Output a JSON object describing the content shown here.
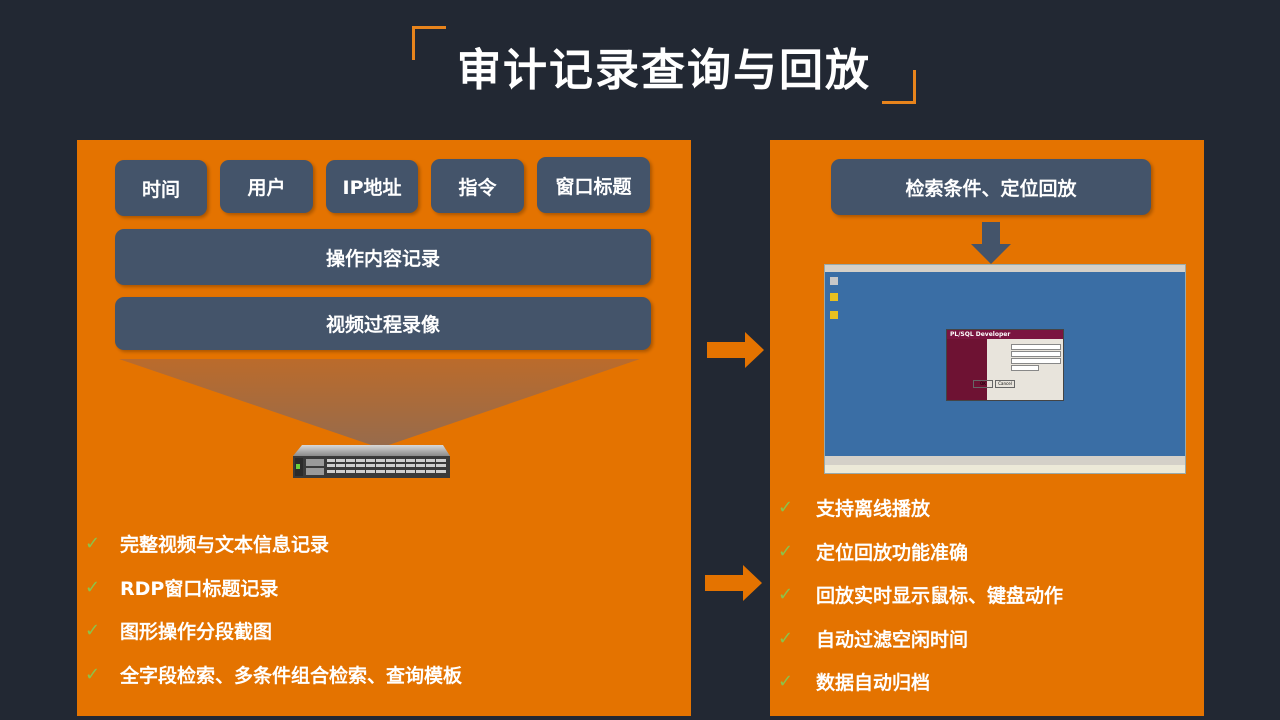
{
  "page": {
    "title": "审计记录查询与回放"
  },
  "left": {
    "tags": [
      "时间",
      "用户",
      "IP地址",
      "指令",
      "窗口标题"
    ],
    "bar1": "操作内容记录",
    "bar2": "视频过程录像",
    "features": [
      "完整视频与文本信息记录",
      "RDP窗口标题记录",
      "图形操作分段截图",
      "全字段检索、多条件组合检索、查询模板"
    ]
  },
  "right": {
    "header": "检索条件、定位回放",
    "screenshot": {
      "dialog_title": "PL/SQL Developer",
      "ok_label": "OK",
      "cancel_label": "Cancel"
    },
    "features": [
      "支持离线播放",
      "定位回放功能准确",
      "回放实时显示鼠标、键盘动作",
      "自动过滤空闲时间",
      "数据自动归档"
    ]
  },
  "colors": {
    "background": "#222833",
    "panel": "#e47300",
    "chip": "#44546a",
    "accent": "#e8841c",
    "check": "#8bc34a"
  },
  "icons": [
    "check-icon",
    "right-arrow-icon",
    "down-arrow-icon",
    "network-switch-icon"
  ]
}
